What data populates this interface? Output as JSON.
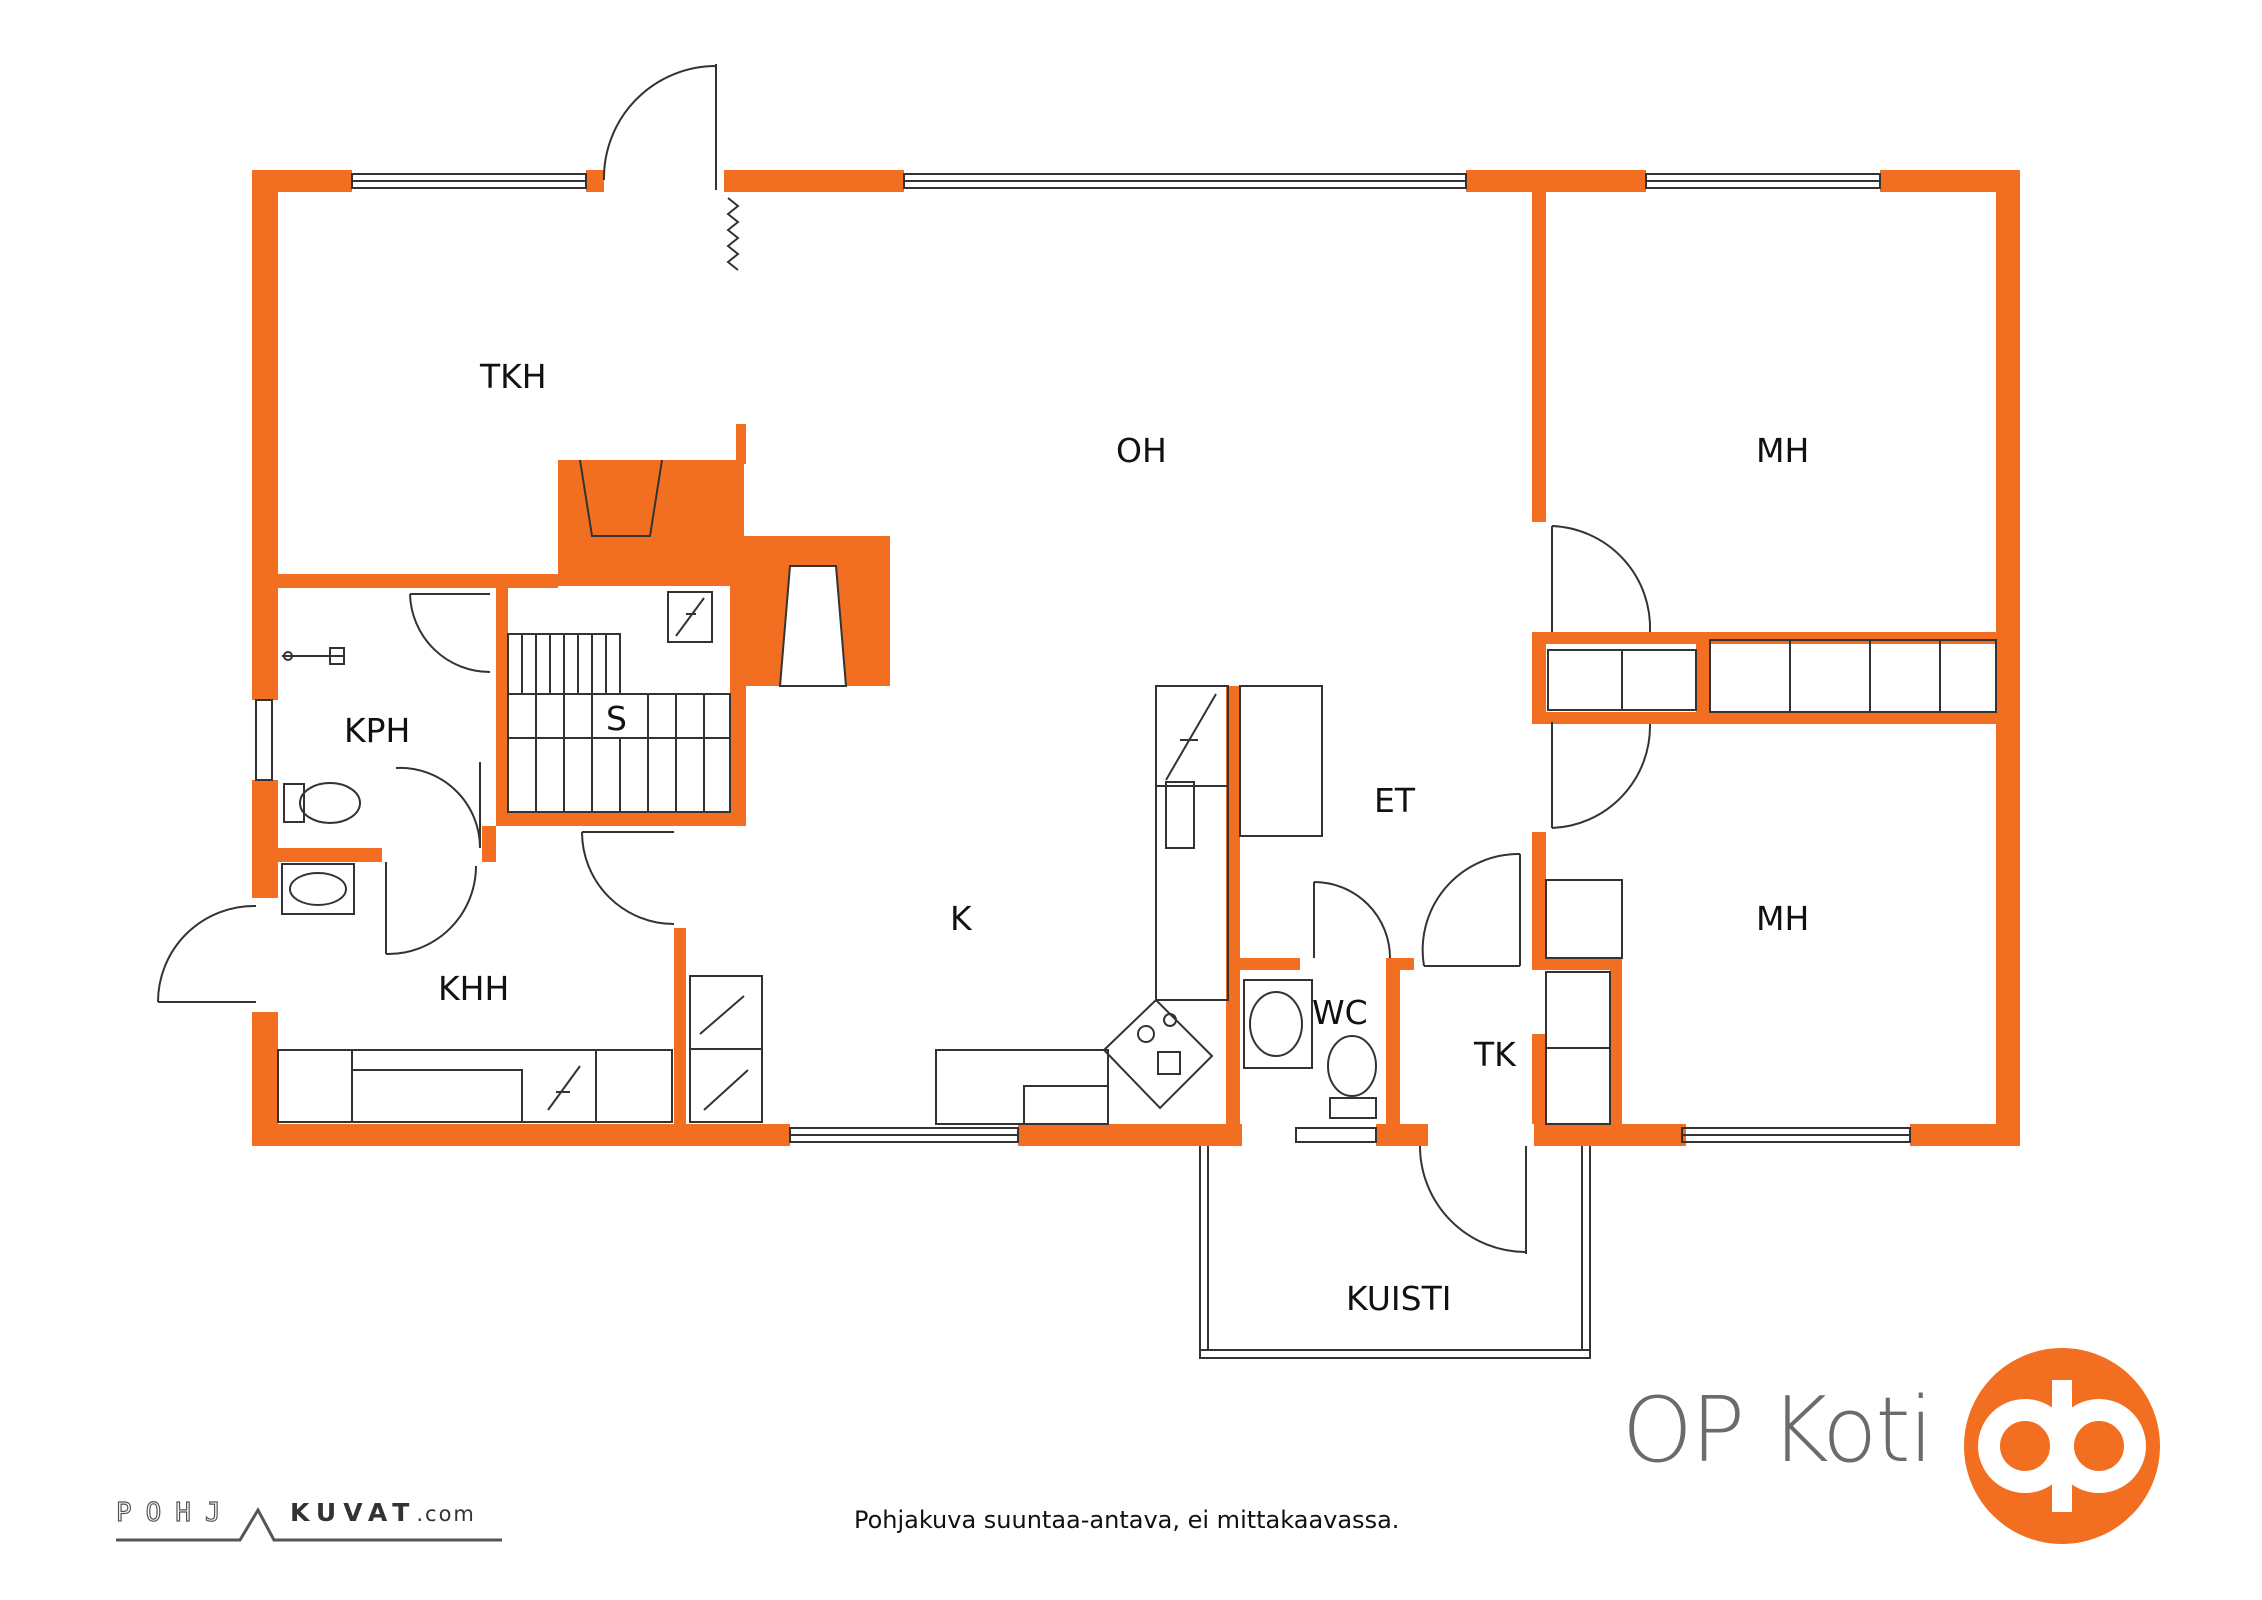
{
  "rooms": {
    "tkh": "TKH",
    "oh": "OH",
    "mh_upper": "MH",
    "mh_lower": "MH",
    "kph": "KPH",
    "s": "S",
    "et": "ET",
    "k": "K",
    "khh": "KHH",
    "wc": "WC",
    "tk": "TK",
    "kuisti": "KUISTI"
  },
  "caption": "Pohjakuva suuntaa-antava, ei mittakaavassa.",
  "brand": {
    "name": "OP Koti",
    "logo_color": "#f26f21"
  },
  "source_logo": {
    "left": "POHJ",
    "right": "KUVAT",
    "domain": ".com"
  },
  "colors": {
    "wall": "#f26f21",
    "line": "#333333"
  }
}
